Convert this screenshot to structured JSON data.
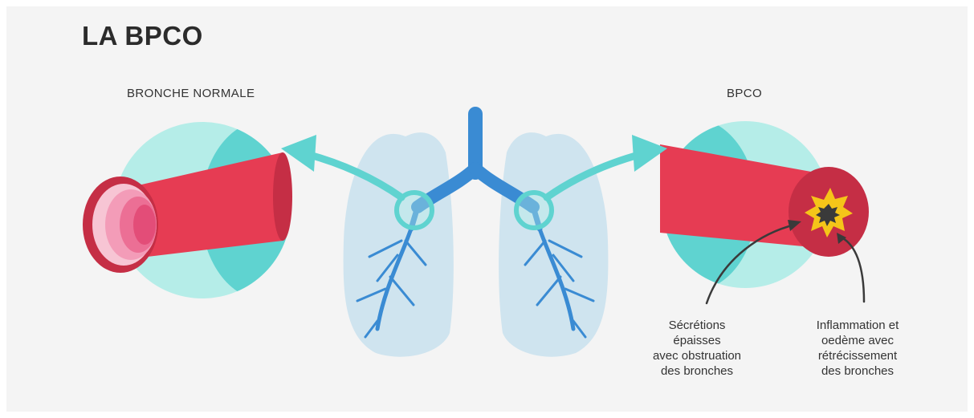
{
  "title": "LA BPCO",
  "labels": {
    "normal": "BRONCHE NORMALE",
    "copd": "BPCO"
  },
  "notes": {
    "secretions": [
      "Sécrétions",
      "épaisses",
      "avec obstruation",
      "des bronches"
    ],
    "inflammation": [
      "Inflammation et",
      "oedème avec",
      "rétrécissement",
      "des bronches"
    ]
  },
  "colors": {
    "background": "#f4f4f4",
    "circle": "#b5ede8",
    "circle_dark": "#5fd3d0",
    "bronchus": "#e63c53",
    "bronchus_dark": "#c52e45",
    "lung": "#cfe4ef",
    "airway": "#3a8bd3",
    "arrow": "#5fd3d0",
    "inflammation": "#f5c519"
  },
  "icons": {
    "normal_bronchus": "bronchus-normal-icon",
    "copd_bronchus": "bronchus-copd-icon",
    "lungs": "lungs-icon",
    "obstruction": "obstruction-star-icon"
  }
}
